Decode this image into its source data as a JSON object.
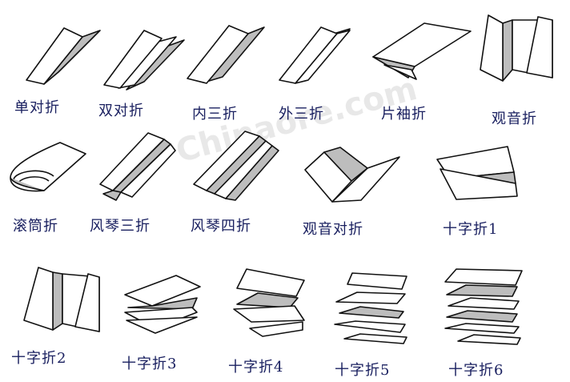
{
  "watermark": "Chinaore.com",
  "colors": {
    "label": "#1a2060",
    "paper": "#ffffff",
    "shade": "#bdbdbd",
    "line": "#111111"
  },
  "folds": [
    {
      "id": "single-fold",
      "label": "单对折",
      "icon": "single-fold-icon"
    },
    {
      "id": "double-parallel-fold",
      "label": "双对折",
      "icon": "double-parallel-fold-icon"
    },
    {
      "id": "letter-fold",
      "label": "内三折",
      "icon": "letter-fold-icon"
    },
    {
      "id": "z-fold",
      "label": "外三折",
      "icon": "z-fold-icon"
    },
    {
      "id": "sleeve-fold",
      "label": "片袖折",
      "icon": "sleeve-fold-icon"
    },
    {
      "id": "gate-fold",
      "label": "观音折",
      "icon": "gate-fold-icon"
    },
    {
      "id": "roll-fold",
      "label": "滚筒折",
      "icon": "roll-fold-icon"
    },
    {
      "id": "accordion-three-fold",
      "label": "风琴三折",
      "icon": "accordion-three-fold-icon"
    },
    {
      "id": "accordion-four-fold",
      "label": "风琴四折",
      "icon": "accordion-four-fold-icon"
    },
    {
      "id": "double-gate-fold",
      "label": "观音对折",
      "icon": "double-gate-fold-icon"
    },
    {
      "id": "cross-fold-1",
      "label": "十字折1",
      "icon": "cross-fold-1-icon"
    },
    {
      "id": "cross-fold-2",
      "label": "十字折2",
      "icon": "cross-fold-2-icon"
    },
    {
      "id": "cross-fold-3",
      "label": "十字折3",
      "icon": "cross-fold-3-icon"
    },
    {
      "id": "cross-fold-4",
      "label": "十字折4",
      "icon": "cross-fold-4-icon"
    },
    {
      "id": "cross-fold-5",
      "label": "十字折5",
      "icon": "cross-fold-5-icon"
    },
    {
      "id": "cross-fold-6",
      "label": "十字折6",
      "icon": "cross-fold-6-icon"
    }
  ]
}
